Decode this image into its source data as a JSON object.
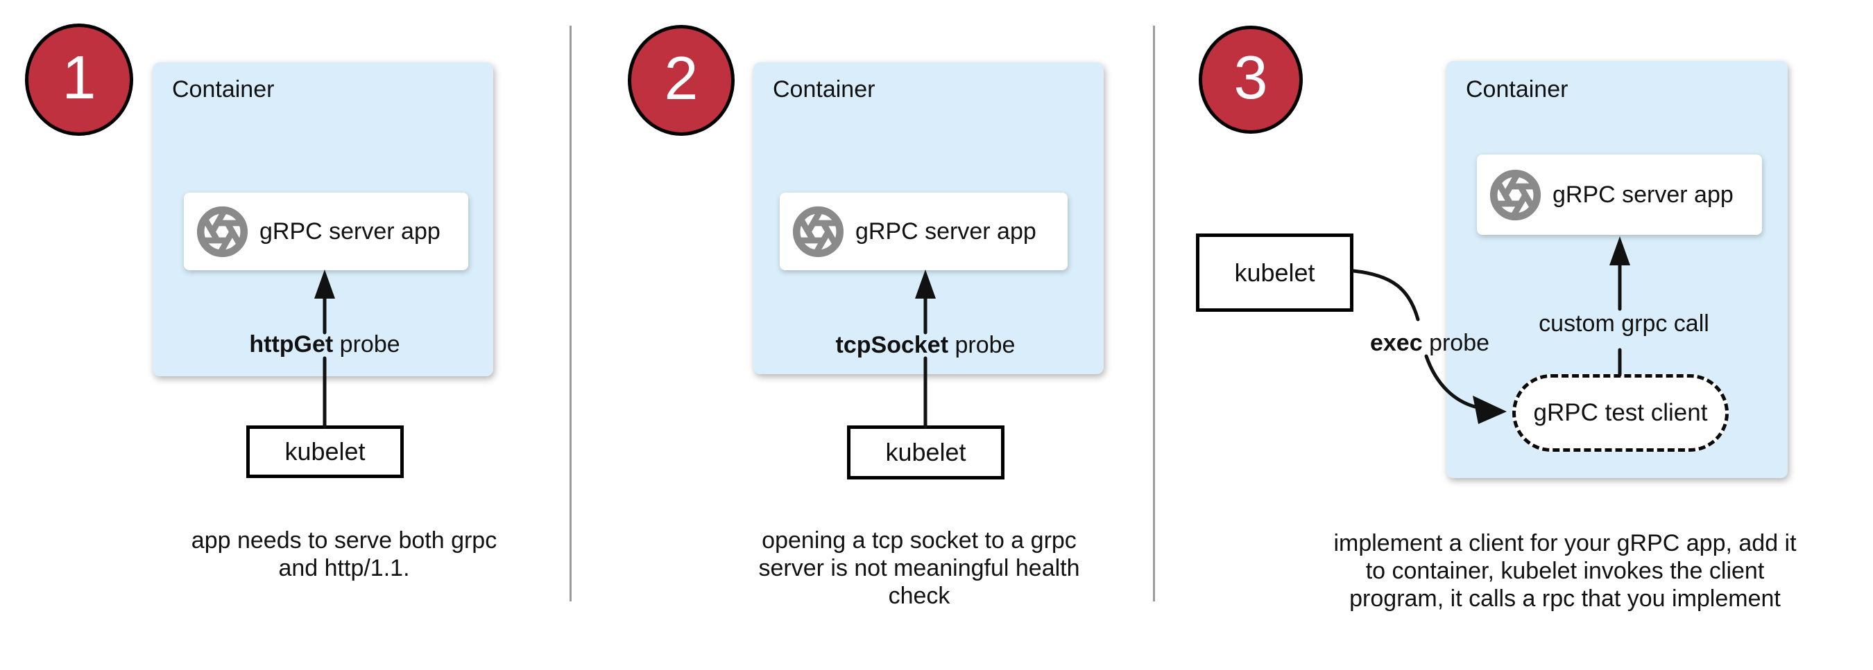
{
  "colors": {
    "circle_red": "#c0313f",
    "container_blue": "#d9eefa",
    "icon_grey": "#8a8a8a",
    "divider_grey": "#9b9b9b",
    "ink": "#111111"
  },
  "panels": [
    {
      "number": "1",
      "container_label": "Container",
      "app_label": "gRPC server app",
      "probe_bold": "httpGet",
      "probe_rest": " probe",
      "kubelet_label": "kubelet",
      "caption_lines": [
        "app needs to serve both grpc",
        "and http/1.1."
      ]
    },
    {
      "number": "2",
      "container_label": "Container",
      "app_label": "gRPC server app",
      "probe_bold": "tcpSocket",
      "probe_rest": " probe",
      "kubelet_label": "kubelet",
      "caption_lines": [
        "opening a tcp socket to a grpc",
        "server is not meaningful health",
        "check"
      ]
    },
    {
      "number": "3",
      "container_label": "Container",
      "app_label": "gRPC server app",
      "probe_bold": "exec",
      "probe_rest": " probe",
      "kubelet_label": "kubelet",
      "custom_call_label": "custom grpc call",
      "test_client_label": "gRPC test client",
      "caption_lines": [
        "implement a client for your gRPC app, add it",
        "to container, kubelet invokes the client",
        "program, it calls a rpc that you implement"
      ]
    }
  ]
}
